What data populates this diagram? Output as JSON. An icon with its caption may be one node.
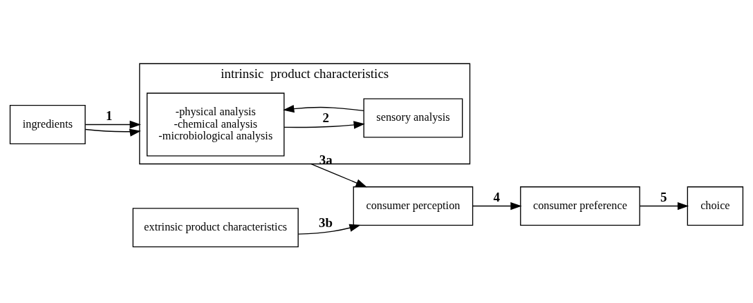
{
  "diagram": {
    "nodes": [
      {
        "text": [
          "ingredients"
        ]
      },
      {
        "text": [
          "intrinsic  product characteristics"
        ]
      },
      {
        "text": [
          "-physical analysis",
          "-chemical analysis",
          "-microbiological analysis"
        ],
        "in": 1
      },
      {
        "text": [
          "sensory analysis"
        ],
        "in": 1
      },
      {
        "text": [
          "extrinsic product characteristics"
        ]
      },
      {
        "text": [
          "consumer perception"
        ]
      },
      {
        "text": [
          "consumer preference"
        ]
      },
      {
        "text": [
          "choice"
        ]
      }
    ],
    "edges": [
      {
        "from": 0,
        "to": 1,
        "arrow": "to",
        "label": "1"
      },
      {
        "from": 0,
        "to": 1,
        "arrow": "to"
      },
      {
        "from": 2,
        "to": 3,
        "arrow": "to",
        "label": "2"
      },
      {
        "from": 3,
        "to": 2,
        "arrow": "to"
      },
      {
        "from": 1,
        "to": 5,
        "arrow": "to",
        "label": "3a"
      },
      {
        "from": 4,
        "to": 5,
        "arrow": "to",
        "label": "3b"
      },
      {
        "from": 5,
        "to": 6,
        "arrow": "to",
        "label": "4"
      },
      {
        "from": 6,
        "to": 7,
        "arrow": "to",
        "label": "5"
      }
    ]
  }
}
